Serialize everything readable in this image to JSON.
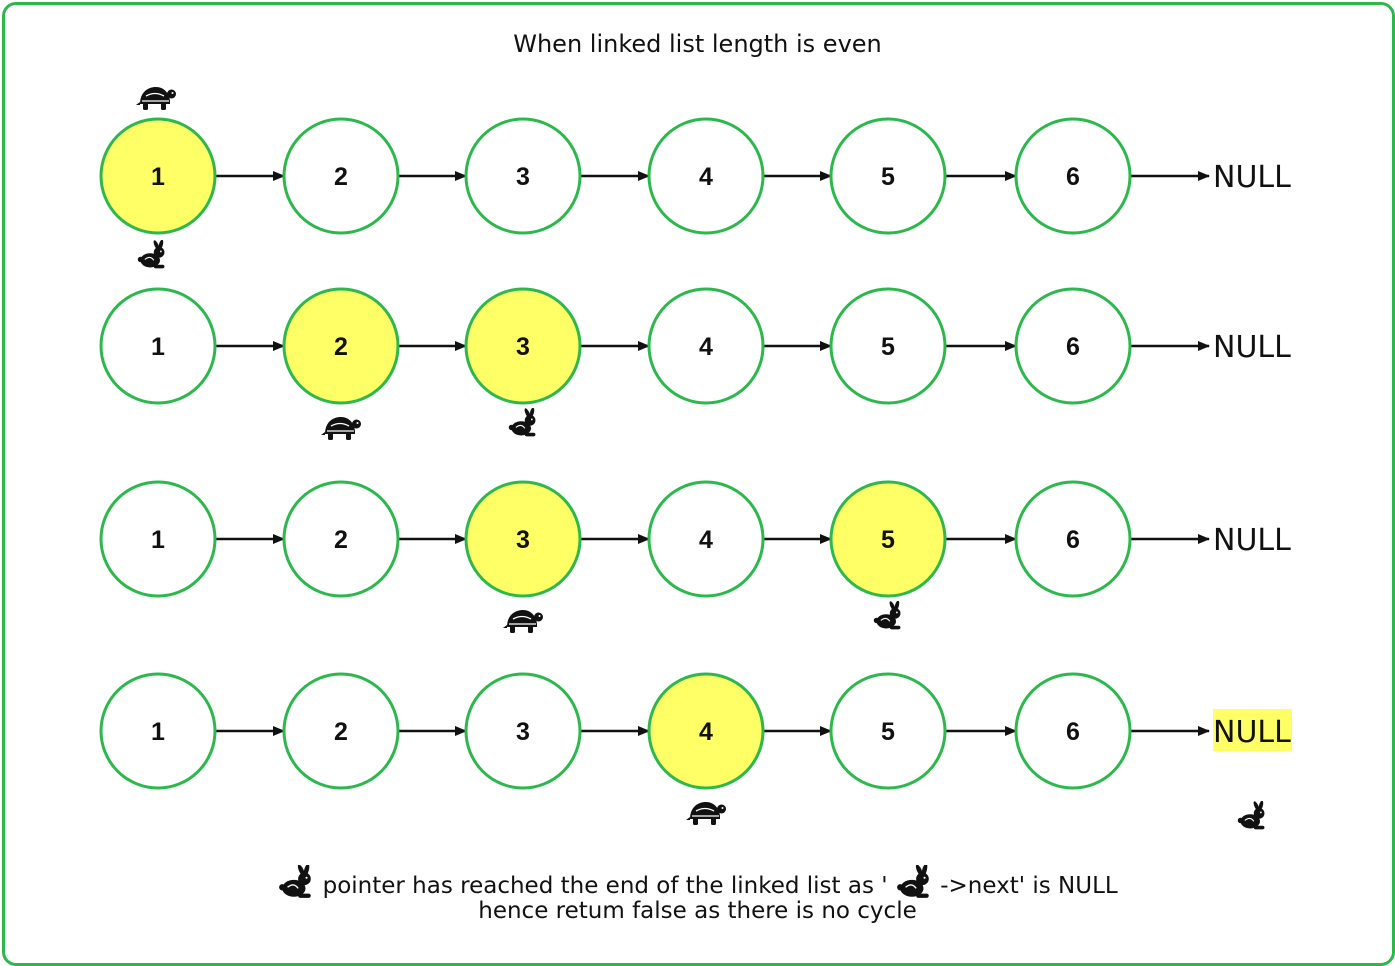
{
  "title": "When linked list length is even",
  "nodes": [
    "1",
    "2",
    "3",
    "4",
    "5",
    "6"
  ],
  "null_label": "NULL",
  "colors": {
    "border": "#2db84d",
    "highlight": "#ffff66",
    "node_fill": "#ffffff",
    "arrow": "#111111"
  },
  "rows": [
    {
      "highlighted_nodes": [
        1
      ],
      "slow_node": 1,
      "fast_node": 1,
      "null_highlighted": false
    },
    {
      "highlighted_nodes": [
        2,
        3
      ],
      "slow_node": 2,
      "fast_node": 3,
      "null_highlighted": false
    },
    {
      "highlighted_nodes": [
        3,
        5
      ],
      "slow_node": 3,
      "fast_node": 5,
      "null_highlighted": false
    },
    {
      "highlighted_nodes": [
        4
      ],
      "slow_node": 4,
      "fast_node": "NULL",
      "null_highlighted": true
    }
  ],
  "icons": {
    "slow": "turtle-icon",
    "fast": "rabbit-icon"
  },
  "footer": {
    "line1_text1": "pointer has reached the end of the linked list as '",
    "line1_text2": "->next' is NULL",
    "line2": "hence retum false as there is no cycle"
  }
}
